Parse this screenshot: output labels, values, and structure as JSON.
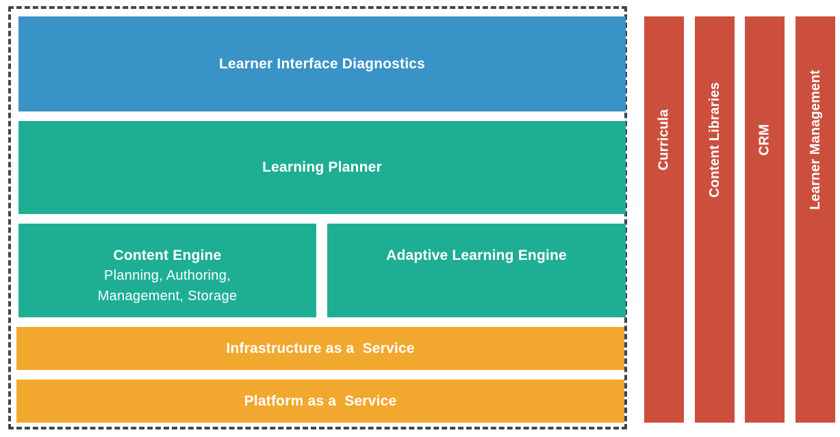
{
  "stack": {
    "learner_interface": "Learner Interface Diagnostics",
    "learning_planner": "Learning Planner",
    "content_engine": {
      "title": "Content Engine",
      "line1": "Planning, Authoring,",
      "line2": "Management, Storage"
    },
    "adaptive_engine": "Adaptive Learning Engine",
    "iaas": "Infrastructure as a  Service",
    "paas": "Platform as a  Service"
  },
  "columns": [
    "Curricula",
    "Content Libraries",
    "CRM",
    "Learner Management"
  ],
  "colors": {
    "blue": "#3a93c6",
    "teal": "#1eae94",
    "orange": "#f2a82e",
    "red": "#cc4f3e",
    "frame": "#3b4654"
  }
}
